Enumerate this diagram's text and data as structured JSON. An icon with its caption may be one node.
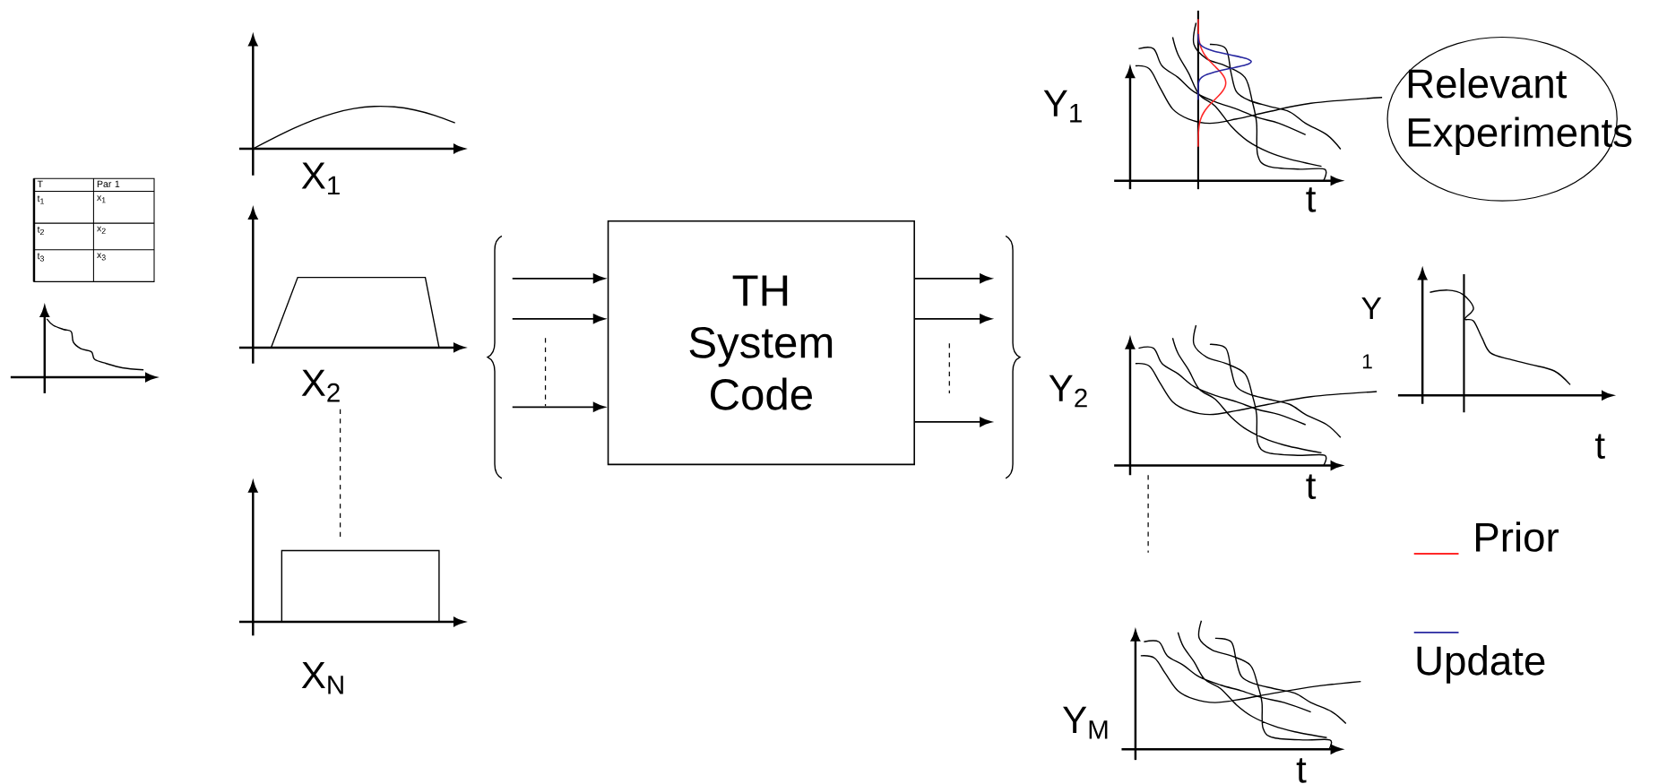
{
  "diagram": {
    "nodes": [
      {
        "text": [
          "Relevant Experiments"
        ]
      },
      {
        "text": [
          "TH System Code"
        ]
      }
    ],
    "edges": [
      {
        "from": null,
        "to": 1,
        "arrow": "to"
      },
      {
        "from": null,
        "to": 1,
        "arrow": "to"
      },
      {
        "from": null,
        "to": 1,
        "arrow": "to"
      },
      {
        "from": 1,
        "to": null,
        "arrow": "to"
      },
      {
        "from": 1,
        "to": null,
        "arrow": "to"
      },
      {
        "from": 1,
        "to": null,
        "arrow": "to"
      }
    ],
    "labels": [
      "T",
      "Par 1",
      "t$_{1}$",
      "x$_{1}$",
      "t$_{2}$",
      "x$_{2}$",
      "t$_{3}$",
      "x$_{3}$",
      "X$_{1}$",
      "X$_{2}$",
      "X$_{N}$",
      "Y$_{1}$",
      "t",
      "Y$_{2}$",
      "t",
      "Y$_{M}$",
      "t",
      "Y",
      "1",
      "t"
    ],
    "legend": [
      {
        "text": "Prior"
      },
      {
        "text": "Update"
      }
    ]
  }
}
